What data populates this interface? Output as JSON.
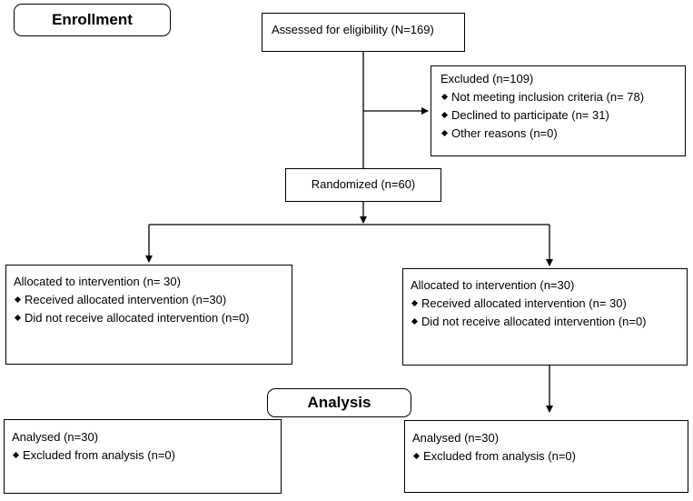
{
  "stages": {
    "enrollment": "Enrollment",
    "analysis": "Analysis"
  },
  "assessed": {
    "title": "Assessed for eligibility (N=169)"
  },
  "excluded": {
    "title": "Excluded (n=109)",
    "items": [
      "Not meeting inclusion criteria (n= 78)",
      "Declined to participate (n= 31)",
      "Other reasons (n=0)"
    ]
  },
  "randomized": {
    "title": "Randomized (n=60)"
  },
  "allocation": {
    "left": {
      "title": "Allocated to intervention (n= 30)",
      "items": [
        "Received allocated intervention (n=30)",
        "Did not receive allocated intervention  (n=0)"
      ]
    },
    "right": {
      "title": "Allocated to intervention (n=30)",
      "items": [
        "Received allocated intervention (n= 30)",
        "Did not receive allocated intervention (n=0)"
      ]
    }
  },
  "analysed": {
    "left": {
      "title": "Analysed (n=30)",
      "items": [
        "Excluded from analysis (n=0)"
      ]
    },
    "right": {
      "title": "Analysed (n=30)",
      "items": [
        "Excluded from analysis (n=0)"
      ]
    }
  }
}
